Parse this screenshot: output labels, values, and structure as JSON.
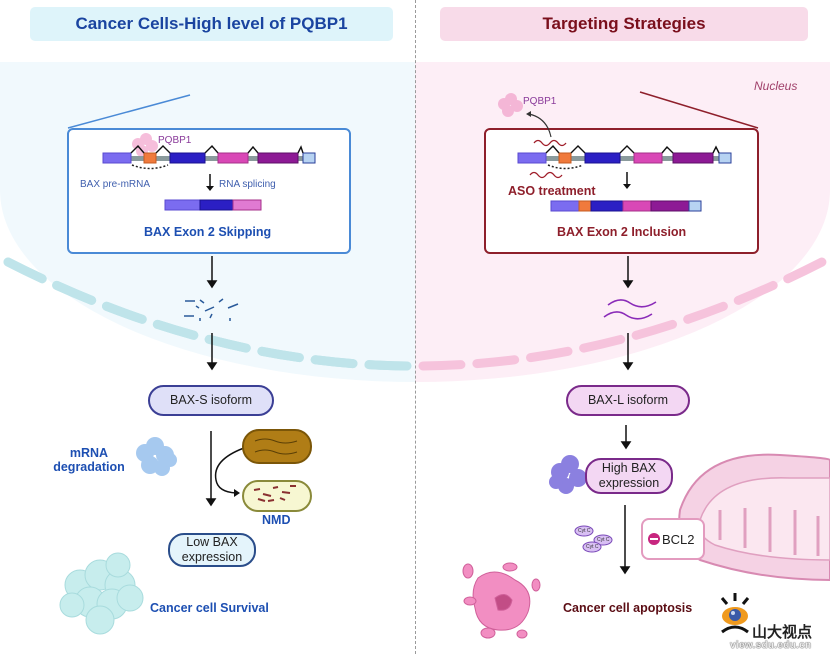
{
  "left": {
    "title": "Cancer Cells-High level of PQBP1",
    "panel": {
      "protein_label": "PQBP1",
      "premrna_label": "BAX pre-mRNA",
      "process_label": "RNA splicing",
      "result_title": "BAX Exon 2 Skipping"
    },
    "isoform_label": "BAX-S isoform",
    "degradation_label_1": "mRNA",
    "degradation_label_2": "degradation",
    "nmd_label": "NMD",
    "expression_label_1": "Low BAX",
    "expression_label_2": "expression",
    "outcome_label": "Cancer cell Survival",
    "colors": {
      "accent": "#1d4fb2",
      "panel_border": "#4a8ad6",
      "background": "#f1f9fd",
      "membrane": "#bfe4ea"
    }
  },
  "right": {
    "title": "Targeting Strategies",
    "nucleus_label": "Nucleus",
    "panel": {
      "protein_label": "PQBP1",
      "treatment_label": "ASO treatment",
      "result_title": "BAX Exon 2 Inclusion"
    },
    "isoform_label": "BAX-L isoform",
    "expression_label_1": "High BAX",
    "expression_label_2": "expression",
    "cytc_labels": [
      "Cyt C",
      "Cyt C",
      "Cyt C"
    ],
    "bcl2_label": "BCL2",
    "outcome_label": "Cancer cell apoptosis",
    "colors": {
      "accent": "#7a0f1c",
      "panel_border": "#8e1f2b",
      "background": "#fdeef6",
      "membrane": "#f6c3dc"
    }
  },
  "exon_colors": {
    "exon1": "#7b6cf0",
    "exon2": "#f07a3c",
    "exon3": "#2b1fc4",
    "exon4": "#d948b6",
    "exon5": "#8d1a95",
    "exon6": "#b7d3f2",
    "intron": "#8a9a9c"
  },
  "watermark": {
    "brand": "山大视点",
    "url": "view.sdu.edu.cn"
  }
}
